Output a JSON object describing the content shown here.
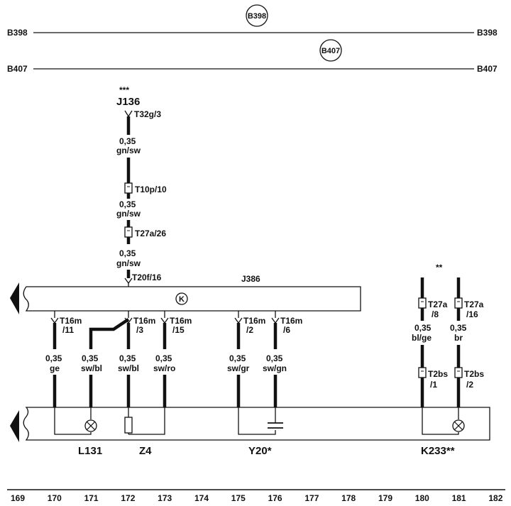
{
  "buses": {
    "b398": {
      "left": "B398",
      "right": "B398",
      "marker": "B398"
    },
    "b407": {
      "left": "B407",
      "right": "B407",
      "marker": "B407"
    }
  },
  "j136": {
    "stars": "***",
    "name": "J136",
    "pin": "T32g/3",
    "wire1_size": "0,35",
    "wire1_color": "gn/sw",
    "conn1": "T10p/10",
    "wire2_size": "0,35",
    "wire2_color": "gn/sw",
    "conn2": "T27a/26",
    "wire3_size": "0,35",
    "wire3_color": "gn/sw",
    "pin_in": "T20f/16"
  },
  "j386": {
    "name": "J386",
    "symbol": "K"
  },
  "outputs": [
    {
      "pin": "T16m",
      "sub": "/11",
      "size": "0,35",
      "color": "ge"
    },
    {
      "size": "0,35",
      "color": "sw/bl"
    },
    {
      "pin": "T16m",
      "sub": "/3",
      "size": "0,35",
      "color": "sw/bl"
    },
    {
      "pin": "T16m",
      "sub": "/15",
      "size": "0,35",
      "color": "sw/ro"
    },
    {
      "pin": "T16m",
      "sub": "/2",
      "size": "0,35",
      "color": "sw/gr"
    },
    {
      "pin": "T16m",
      "sub": "/6",
      "size": "0,35",
      "color": "sw/gn"
    }
  ],
  "k233_group": {
    "stars": "**",
    "w1": {
      "conn": "T27a",
      "sub": "/8",
      "size": "0,35",
      "color": "bl/ge",
      "conn2": "T2bs",
      "sub2": "/1"
    },
    "w2": {
      "conn": "T27a",
      "sub": "/16",
      "size": "0,35",
      "color": "br",
      "conn2": "T2bs",
      "sub2": "/2"
    }
  },
  "components": {
    "l131": "L131",
    "z4": "Z4",
    "y20": "Y20*",
    "k233": "K233**"
  },
  "scale": [
    "169",
    "170",
    "171",
    "172",
    "173",
    "174",
    "175",
    "176",
    "177",
    "178",
    "179",
    "180",
    "181",
    "182"
  ]
}
